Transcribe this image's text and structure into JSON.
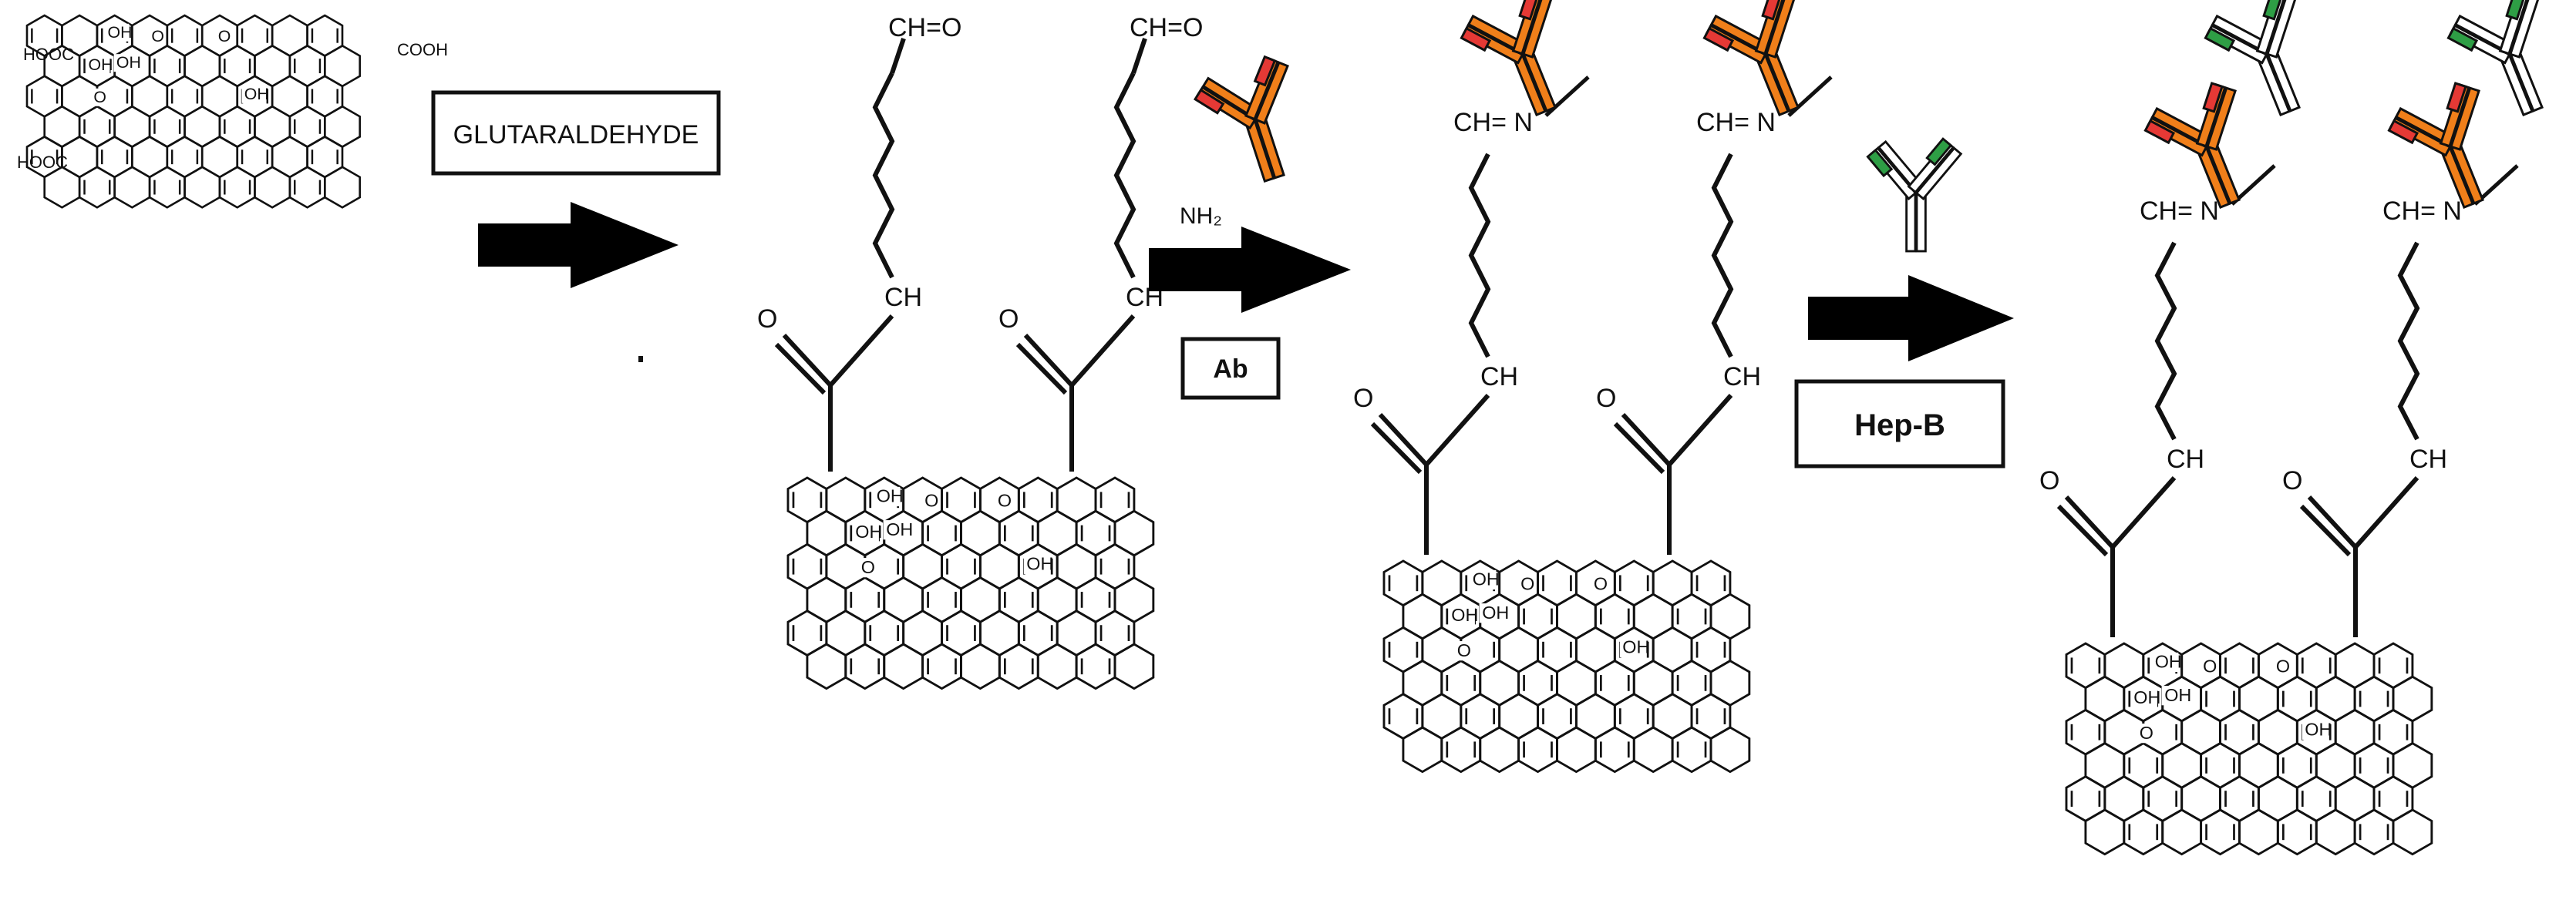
{
  "reagents": {
    "glutaraldehyde": "GLUTARALDEHYDE",
    "antibody": "Ab",
    "antigen": "Hep-B"
  },
  "labels": {
    "cooh": "COOH",
    "hooc": "HOOC",
    "oh": "OH",
    "epoxy_o": "O",
    "aldehyde": "CH=O",
    "ch": "CH",
    "carbonyl_o": "O",
    "imine": "CH= N",
    "imine_tight": "CH=N",
    "nh2": "NH₂"
  },
  "colors": {
    "arrow": "#000000",
    "antibody_red": "#e53935",
    "antibody_orange": "#f07f1a",
    "antigen_green": "#2e9e45",
    "antigen_white": "#ffffff",
    "outline": "#111111"
  }
}
